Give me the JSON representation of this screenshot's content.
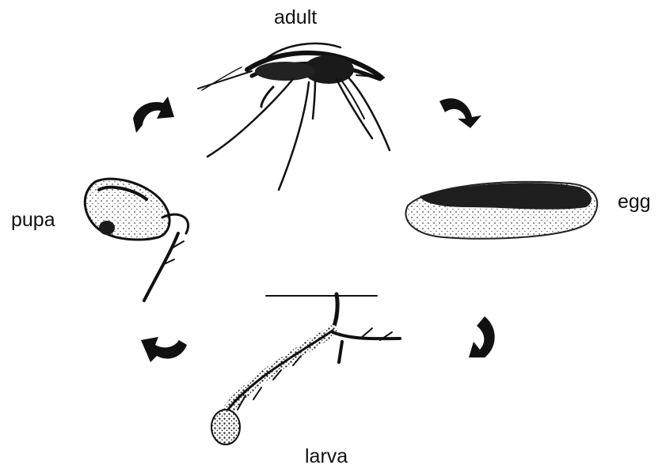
{
  "diagram": {
    "stages": {
      "adult": "adult",
      "egg": "egg",
      "larva": "larva",
      "pupa": "pupa"
    },
    "icons": {
      "adult": "mosquito-icon",
      "egg": "egg-icon",
      "larva": "larva-icon",
      "pupa": "pupa-icon",
      "arrow": "curved-arrow-icon"
    },
    "colors": {
      "ink": "#111111",
      "background": "#ffffff"
    }
  }
}
